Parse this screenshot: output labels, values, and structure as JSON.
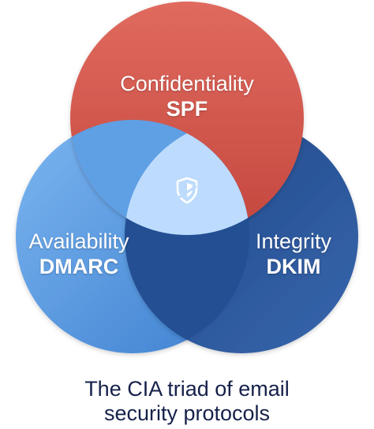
{
  "diagram": {
    "top": {
      "line1": "Confidentiality",
      "line2": "SPF"
    },
    "left": {
      "line1": "Availability",
      "line2": "DMARC"
    },
    "right": {
      "line1": "Integrity",
      "line2": "DKIM"
    },
    "center_icon": "shield-icon"
  },
  "caption": {
    "line1": "The CIA triad of email",
    "line2": "security protocols"
  },
  "colors": {
    "top_circle": "#d2584d",
    "left_circle": "#5ea0e6",
    "right_circle": "#244f93",
    "center": "#bcdcff",
    "caption_text": "#16214a"
  }
}
